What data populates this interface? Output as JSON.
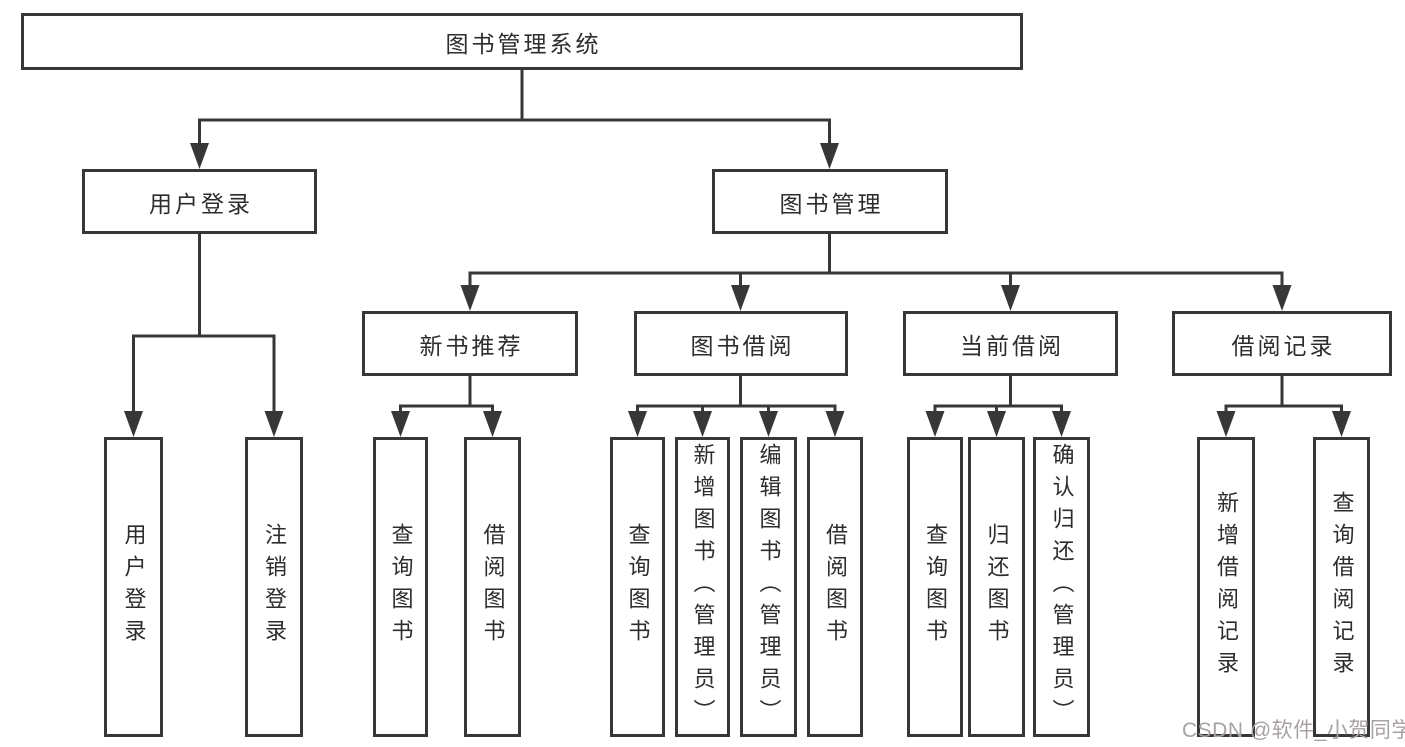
{
  "diagram": {
    "root": {
      "label": "图书管理系统"
    },
    "level2": [
      {
        "label": "用户登录"
      },
      {
        "label": "图书管理"
      }
    ],
    "level3": [
      {
        "label": "新书推荐"
      },
      {
        "label": "图书借阅"
      },
      {
        "label": "当前借阅"
      },
      {
        "label": "借阅记录"
      }
    ],
    "leaves": [
      {
        "label": "用户登录"
      },
      {
        "label": "注销登录"
      },
      {
        "label": "查询图书"
      },
      {
        "label": "借阅图书"
      },
      {
        "label": "查询图书"
      },
      {
        "label": "新增图书（管理员）"
      },
      {
        "label": "编辑图书（管理员）"
      },
      {
        "label": "借阅图书"
      },
      {
        "label": "查询图书"
      },
      {
        "label": "归还图书"
      },
      {
        "label": "确认归还（管理员）"
      },
      {
        "label": "新增借阅记录"
      },
      {
        "label": "查询借阅记录"
      }
    ],
    "colors": {
      "line": "#373737",
      "text": "#2d2d2d",
      "box_background": "#ffffff",
      "watermark": "#a8a2a2"
    },
    "watermark": "CSDN @软件_小贺同学"
  }
}
